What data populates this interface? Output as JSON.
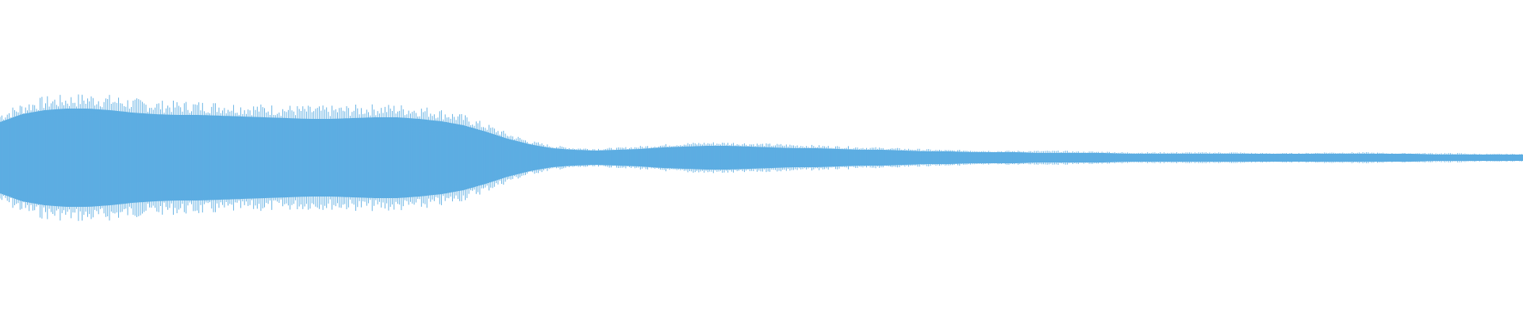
{
  "waveform": {
    "color": "#5dade2",
    "background": "#ffffff",
    "envelope": [
      0.58,
      0.7,
      0.78,
      0.8,
      0.82,
      0.8,
      0.76,
      0.73,
      0.72,
      0.72,
      0.71,
      0.69,
      0.68,
      0.67,
      0.66,
      0.66,
      0.67,
      0.68,
      0.68,
      0.66,
      0.62,
      0.55,
      0.44,
      0.32,
      0.22,
      0.16,
      0.13,
      0.12,
      0.13,
      0.15,
      0.17,
      0.19,
      0.2,
      0.2,
      0.19,
      0.18,
      0.17,
      0.16,
      0.15,
      0.14,
      0.13,
      0.12,
      0.11,
      0.1,
      0.1,
      0.09,
      0.09,
      0.09,
      0.09,
      0.08,
      0.08,
      0.07,
      0.07,
      0.07,
      0.07,
      0.07,
      0.07,
      0.06,
      0.06,
      0.06,
      0.07,
      0.07,
      0.07,
      0.06,
      0.06,
      0.06,
      0.06,
      0.05,
      0.05,
      0.05
    ],
    "core_envelope": [
      0.45,
      0.55,
      0.6,
      0.62,
      0.62,
      0.6,
      0.57,
      0.55,
      0.54,
      0.54,
      0.53,
      0.52,
      0.51,
      0.5,
      0.49,
      0.49,
      0.5,
      0.51,
      0.51,
      0.49,
      0.46,
      0.41,
      0.33,
      0.24,
      0.17,
      0.12,
      0.1,
      0.09,
      0.1,
      0.11,
      0.13,
      0.14,
      0.15,
      0.15,
      0.14,
      0.13,
      0.12,
      0.12,
      0.11,
      0.1,
      0.1,
      0.09,
      0.08,
      0.08,
      0.07,
      0.07,
      0.07,
      0.06,
      0.06,
      0.06,
      0.06,
      0.05,
      0.05,
      0.05,
      0.05,
      0.05,
      0.05,
      0.05,
      0.05,
      0.05,
      0.05,
      0.05,
      0.05,
      0.05,
      0.05,
      0.04,
      0.04,
      0.04,
      0.04,
      0.04
    ]
  }
}
